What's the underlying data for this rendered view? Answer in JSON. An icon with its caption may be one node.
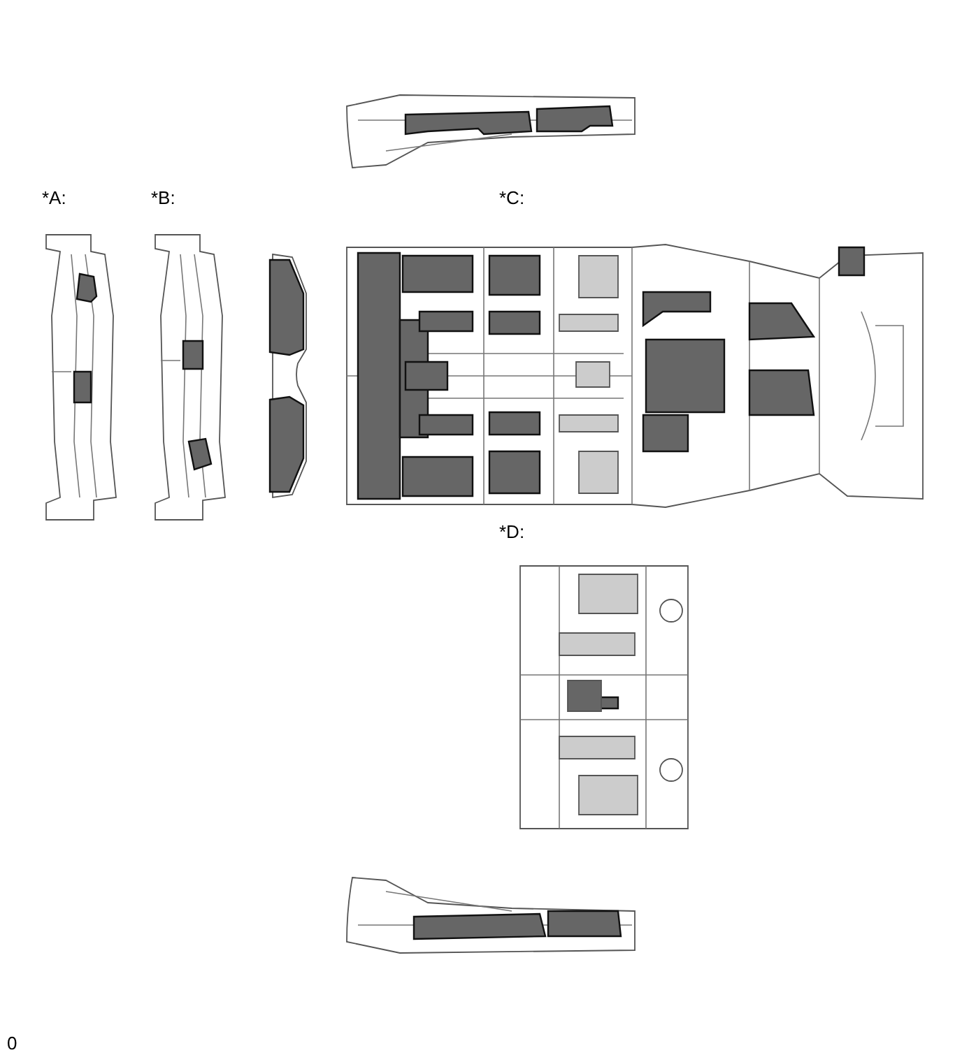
{
  "diagram": {
    "labels": [
      "*A:",
      "*B:",
      "*C:",
      "*D:",
      "0"
    ]
  }
}
